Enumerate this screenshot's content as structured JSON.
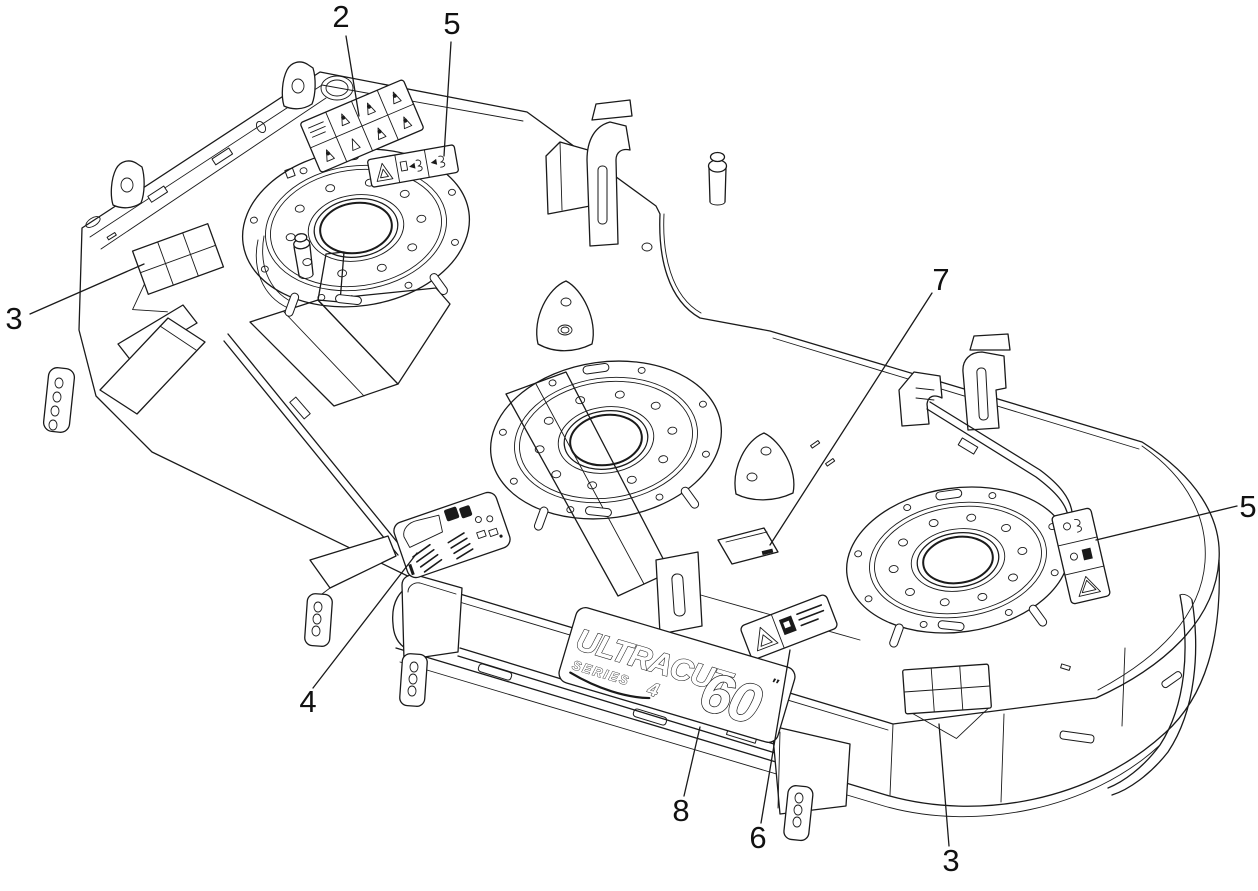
{
  "colors": {
    "background": "#ffffff",
    "line": "#1a1a1a"
  },
  "callouts": {
    "c2": {
      "label": "2"
    },
    "c5_top": {
      "label": "5"
    },
    "c3_left": {
      "label": "3"
    },
    "c7": {
      "label": "7"
    },
    "c5_right": {
      "label": "5"
    },
    "c4": {
      "label": "4"
    },
    "c8": {
      "label": "8"
    },
    "c6": {
      "label": "6"
    },
    "c3_bottom": {
      "label": "3"
    }
  },
  "logo": {
    "brand": "ULTRACUT",
    "series_word": "SERIES",
    "series_number": "4",
    "size_number": "60",
    "inch_mark": "″"
  },
  "decals": {
    "d2": "warning-pictogram-grid-decal",
    "d5_top": "blade-rotation-strip-decal",
    "d3_left": "pattern-grid-decal",
    "d4": "operation-instruction-decal",
    "d5_right": "blade-rotation-strip-decal",
    "d6": "small-warning-decal",
    "d7": "serial-plate-decal",
    "d8": "ultracut-logo-decal",
    "d3_bottom": "pattern-grid-decal"
  }
}
